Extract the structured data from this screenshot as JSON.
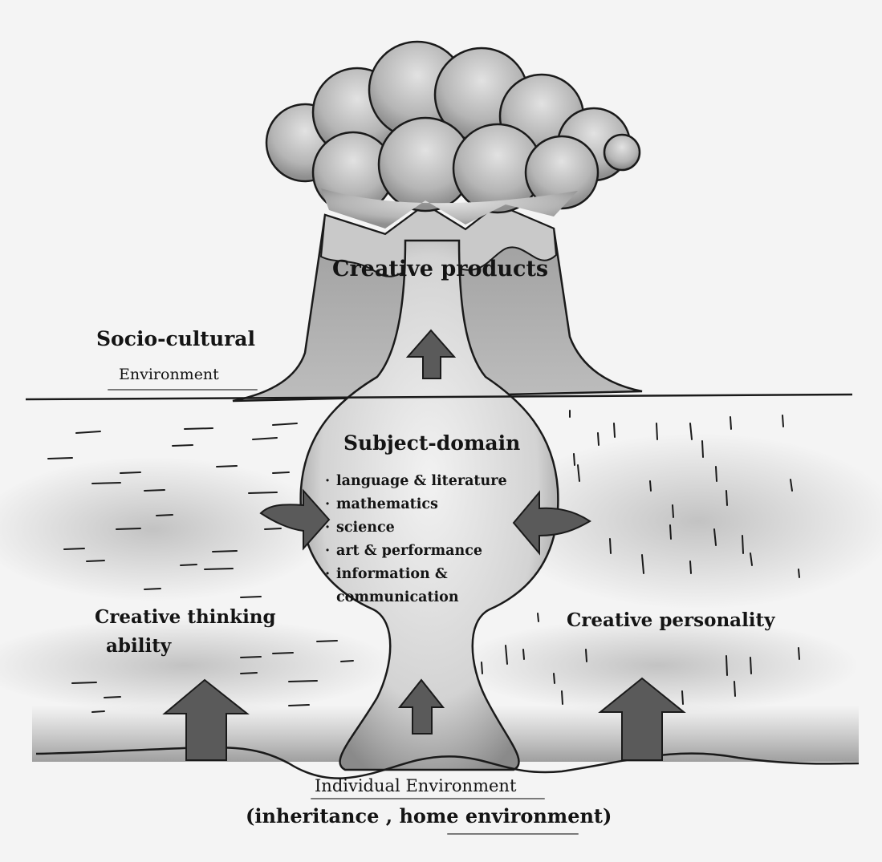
{
  "labels": {
    "creative_products": "Creative products",
    "socio_cultural": "Socio-cultural",
    "environment": "Environment",
    "subject_domain": "Subject-domain",
    "creative_thinking_1": "Creative thinking",
    "creative_thinking_2": "ability",
    "creative_personality": "Creative personality",
    "individual_environment": "Individual Environment",
    "inheritance_home": "(inheritance , home environment)"
  },
  "subject_items": [
    "language & literature",
    "mathematics",
    "science",
    "art & performance",
    "information &",
    "communication"
  ],
  "colors": {
    "background": "#f4f4f4",
    "ink": "#141414",
    "shade": "#6b6b6b",
    "volcano": "#a9a9a9",
    "arrow": "#5a5a5a"
  }
}
